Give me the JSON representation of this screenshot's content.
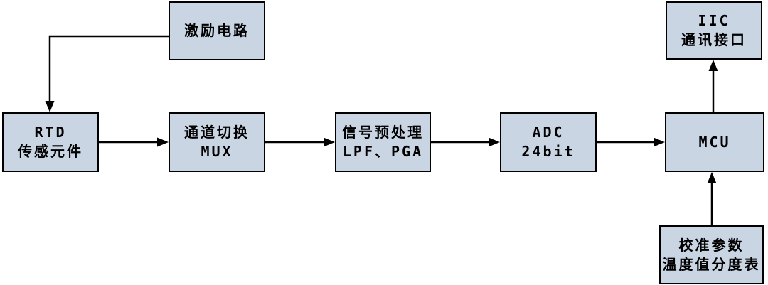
{
  "diagram": {
    "title": "RTD temperature acquisition block diagram",
    "colors": {
      "background": "#ffffff",
      "box_fill": "#cad5e4",
      "box_border": "#000000",
      "arrow": "#000000"
    },
    "nodes": {
      "excitation": {
        "line1": "激励电路",
        "line2": ""
      },
      "rtd": {
        "line1": "RTD",
        "line2": "传感元件"
      },
      "mux": {
        "line1": "通道切换",
        "line2": "MUX"
      },
      "preprocess": {
        "line1": "信号预处理",
        "line2": "LPF、PGA"
      },
      "adc": {
        "line1": "ADC",
        "line2": "24bit"
      },
      "mcu": {
        "line1": "MCU",
        "line2": ""
      },
      "iic": {
        "line1": "IIC",
        "line2": "通讯接口"
      },
      "calibration": {
        "line1": "校准参数",
        "line2": "温度值分度表"
      }
    }
  }
}
